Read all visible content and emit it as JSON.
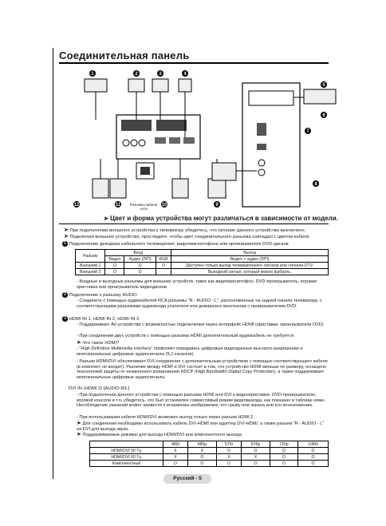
{
  "page": {
    "title": "Соединительная панель",
    "diagram_caption": "Цвет и форма устройства могут различаться в зависимости от модели.",
    "cable_note": "Разъемы кабеля сети",
    "callouts": [
      "1",
      "2",
      "3",
      "4",
      "5",
      "6",
      "7",
      "8",
      "9",
      "10",
      "11",
      "12"
    ],
    "notes": [
      "При подключении внешнего устройства к телевизору убедитесь, что питание данного устройства выключено.",
      "Подключая внешнее устройство, проследите, чтобы цвет соединительного разъема совпадал с цветом кабеля."
    ],
    "s1": {
      "num": "1",
      "heading": "Подключение декодера кабельного телевидения, видеомагнитофона или проигрывателя DVD-дисков",
      "table": {
        "h_vhod": "Вход",
        "h_vyhod": "Выход",
        "h_razem": "Разъем",
        "sub": [
          "Видео",
          "Аудио (Л/П)",
          "RGB",
          "Видео + аудио (Л/П)"
        ],
        "rows": [
          {
            "name": "Внешний 1",
            "c1": "O",
            "c2": "O",
            "c3": "O",
            "c4": "Доступен только выход телевизионного сигнала или сигнала DTV."
          },
          {
            "name": "Внешний 2",
            "c1": "O",
            "c2": "O",
            "c3": "",
            "c4": "Выходной сигнал, который можно выбрать."
          }
        ]
      },
      "bullets": [
        "Входные и выходные разъемы для внешних устройств, таких как видеомагнитофон, DVD-проигрыватель, игровая приставка или проигрыватель видеодисков."
      ]
    },
    "s2": {
      "num": "2",
      "heading": "Подключение к разъему AUDIO",
      "bullets": [
        "Соедините с помощью аудиокабелей RCA разъемы \"R - AUDIO - L\", расположенные на задней панели телевизора, с соответствующими разъемами аудиовхода усилителя или домашнего кинотеатра с проигрывателем DVD."
      ]
    },
    "s3": {
      "num": "3",
      "heading": "HDMI IN 1, HDMI IN 2, HDMI IN 3",
      "bullets": [
        "Поддерживает AV-устройства с возможностью подключения через интерфейс HDMI (приставки, проигрыватели DVD)",
        "При соединении двух устройств с помощью разъема HDMI дополнительный аудиокабель не требуется."
      ],
      "q1": "Что такое HDMI?",
      "bullets2": [
        "\"High Definition Multimedia interface\" позволяет передавать цифровые видеоданные высокого разрешения и многоканальные цифровые аудиосигналы (5,1 каналов).",
        "Разъем HDMI/DVI обеспечивает DVI-соединение с дополнительным устройством с помощью соответствующего кабеля (в комплект не входит). Различие между HDMI и DVI состоит в том, что устройство HDMI меньше по размеру, оснащено технологией защиты от незаконного копирования HDCP (High Bandwidth Digital Copy Protection), а также поддерживает многоканальные цифровые аудиосигналы."
      ],
      "sub_heading": "DVI IN (HDMI 2) [AUDIO R/L]",
      "bullets3": [
        "При подключении данного устройства с помощью разъема HDMI или DVI к видеоприставке, DVD-проигрывателю, игровой консоли и т.п. убедитесь, что был установлен совместимый режим видеовыхода, как показано в таблице ниже. Несоблюдение указаний может привести к искажению изображения, его срыву или экрана или его исчезновению.",
        "При использовании кабеля HDMI/DVI возможен выход только через разъем HDMI 2."
      ],
      "notes2": [
        "Для соединения необходимо использовать кабель DVI-HDMI или адаптер DVI-HDMI, а также разъем \"R - AUDIO - L\" на DVI для выхода звука.",
        "Поддерживаемые режимы для выхода HDMI/DVI или компонентного выхода"
      ],
      "table2": {
        "cols": [
          "480i",
          "480p",
          "576i",
          "576p",
          "720p",
          "1080i"
        ],
        "rows": [
          {
            "name": "HDMI/DVI 50 Гц",
            "vals": [
              "X",
              "X",
              "O",
              "O",
              "O",
              "O"
            ]
          },
          {
            "name": "HDMI/DVI 60 Гц",
            "vals": [
              "X",
              "O",
              "X",
              "X",
              "O",
              "O"
            ]
          },
          {
            "name": "Компонентный",
            "vals": [
              "O",
              "O",
              "O",
              "O",
              "O",
              "O"
            ]
          }
        ]
      }
    },
    "footer": "Русский - 5"
  }
}
